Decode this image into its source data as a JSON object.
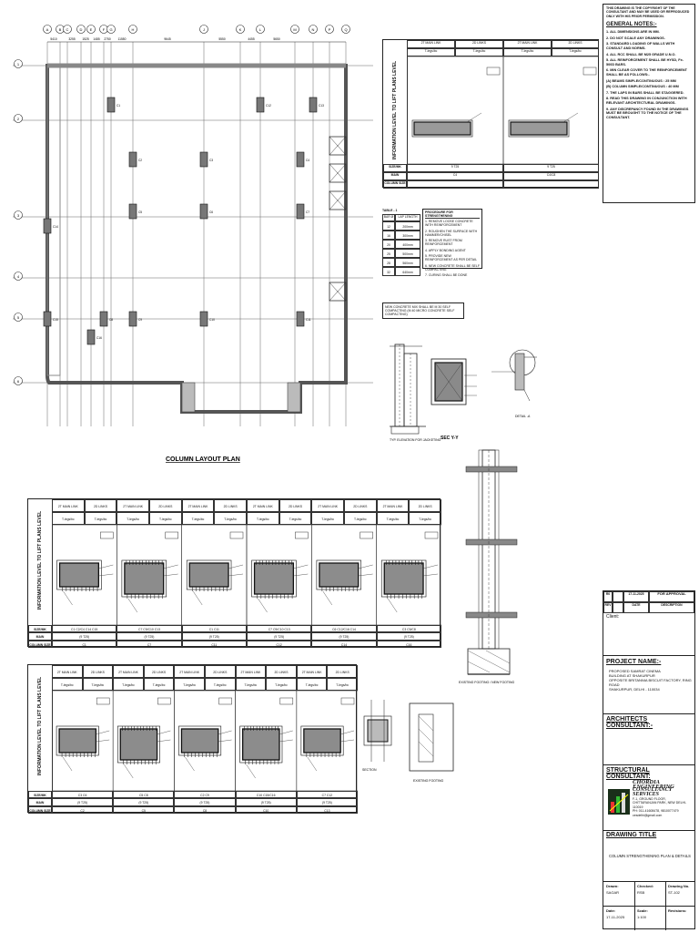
{
  "plan": {
    "title": "COLUMN LAYOUT PLAN",
    "grid_letters": [
      "A",
      "B",
      "C",
      "D",
      "E",
      "F",
      "G",
      "H",
      "J",
      "K",
      "L",
      "M",
      "N",
      "P",
      "Q"
    ],
    "grid_numbers": [
      "1",
      "2",
      "3",
      "4",
      "5",
      "6"
    ],
    "dims": [
      "5410",
      "3255",
      "1525",
      "1485",
      "2750",
      "11550",
      "9645",
      "5550",
      "4455",
      "5650"
    ],
    "column_tags": [
      "C1",
      "C2",
      "C3",
      "C4",
      "C5",
      "C6",
      "C7",
      "C8",
      "C9",
      "C10",
      "C11",
      "C12",
      "C13",
      "C14",
      "C15",
      "C16"
    ]
  },
  "notes": {
    "intro": "THIS DRAWING IS THE COPYRIGHT OF THE CONSULTANT AND MAY BE USED OR REPRODUCED ONLY WITH HIS PRIOR PERMISSION.",
    "heading": "GENERAL NOTES:-",
    "items": [
      "1. ALL DIMENSIONS ARE IN MM.",
      "2. DO NOT SCALE ANY DRAWINGS.",
      "3. STANDARD LOADING OF WALLS WITH CONSULT AND NORMS.",
      "4. ALL RCC SHALL BE M25 GRADE U.N.O.",
      "5. ALL REINFORCEMENT SHALL BE HYSD, Fe-500D BARS.",
      "6. MIN CLEAR COVER TO THE REINFORCEMENT SHALL BE AS FOLLOWS:-",
      "(A) BEAMS SIMPLE/CONTINUOUS : 25 MM",
      "(B) COLUMN SIMPLE/CONTINUOUS : 40 MM",
      "7. THE LAPS IN BARS SHALL BE STAGGERED.",
      "8. READ THIS DRAWING IN CONJUNCTION WITH RELEVANT ARCHITECTURAL DRAWINGS.",
      "9. ANY DISCREPANCY FOUND IN THE DRAWINGS MUST BE BROUGHT TO THE NOTICE OF THE CONSULTANT."
    ]
  },
  "top_table": {
    "side_label": "INFORMATION LEVEL TO LIFT PLANS LEVEL",
    "col_heads": [
      "2T MAIN LINK",
      "2D LINKS",
      "2T MAIN LINK",
      "2D LINKS"
    ],
    "sub_heads": [
      "T-legs/bc",
      "T-legs/bc",
      "T-legs/bc",
      "T-legs/bc"
    ],
    "row_labels": [
      "SIZE/MK",
      "MAIN",
      "COLUMN SIZE"
    ],
    "row_vals": [
      "9 T25",
      "9 T25",
      "C4",
      "C4/C8"
    ]
  },
  "lap_table": {
    "title": "TABLE - 1",
    "head_a": "BAR Ø",
    "head_b": "LAP LENGTH",
    "rows": [
      [
        "12",
        "200mm"
      ],
      [
        "16",
        "300mm"
      ],
      [
        "20",
        "400mm"
      ],
      [
        "25",
        "500mm"
      ],
      [
        "28",
        "560mm"
      ],
      [
        "32",
        "640mm"
      ]
    ],
    "procedure_title": "PROCEDURE FOR STRENGTHENING",
    "procedure": [
      "1. REMOVE LOOSE CONCRETE WITH REINFORCEMENT",
      "2. ROUGHEN THE SURFACE WITH HAMMER/CHISEL",
      "3. REMOVE RUST FROM REINFORCEMENT",
      "4. APPLY BONDING AGENT",
      "5. PROVIDE NEW REINFORCEMENT AS PER DETAIL",
      "6. NEW CONCRETE SHALL BE SELF COMPACTING",
      "7. CURING SHALL BE DONE"
    ],
    "concrete_note": "NEW CONCRETE MIX SHALL BE M 30 SELF COMPACTING (M 40 MICRO CONCRETE SELF COMPACTING)"
  },
  "details": {
    "sec_label": "SEC Y-Y",
    "detail_label": "DETAIL -A",
    "typ_label": "TYP. ELEVATION FOR JACKETING",
    "footing_label": "EXISTING FOOTING",
    "footing_label2": "EXISTING FOOTING / NEW FOOTING",
    "section_note": "SECTION"
  },
  "mid_table": {
    "side_label": "INFORMATION LEVEL TO LIFT PLANS LEVEL",
    "col_heads": [
      "2T MAIN LINK",
      "2D LINKS",
      "2T MAIN LINK",
      "2D LINKS",
      "2T MAIN LINK",
      "2D LINKS",
      "2T MAIN LINK",
      "2D LINKS",
      "2T MAIN LINK",
      "2D LINKS",
      "2T MAIN LINK",
      "2D LINKS"
    ],
    "sub_heads": [
      "T-legs/bc",
      "T-legs/bc",
      "T-legs/bc",
      "T-legs/bc",
      "T-legs/bc",
      "T-legs/bc",
      "T-legs/bc",
      "T-legs/bc",
      "T-legs/bc",
      "T-legs/bc",
      "T-legs/bc",
      "T-legs/bc"
    ],
    "row_labels": [
      "SIZE/MK",
      "MAIN",
      "COLUMN SIZE"
    ],
    "group_vals": [
      "C1 C2/C4 C14 C15",
      "C7 C9/C10 C13",
      "C1 C11",
      "C7 C9/C10 C13",
      "C6 C12/C16 C14",
      "C3 C5/C8"
    ],
    "main_vals": [
      "(9 T25)",
      "(9 T25)",
      "(9 T25)",
      "(9 T25)",
      "(9 T25)",
      "(9 T25)"
    ],
    "size_vals": [
      "C1",
      "C7",
      "C11",
      "C12",
      "C14",
      "C16"
    ]
  },
  "bot_table": {
    "side_label": "INFORMATION LEVEL TO LIFT PLANS LEVEL",
    "col_heads": [
      "2T MAIN LINK",
      "2D LINKS",
      "2T MAIN LINK",
      "2D LINKS",
      "2T MAIN LINK",
      "2D LINKS",
      "2T MAIN LINK",
      "2D LINKS",
      "2T MAIN LINK",
      "2D LINKS"
    ],
    "sub_heads": [
      "T-legs/bc",
      "T-legs/bc",
      "T-legs/bc",
      "T-legs/bc",
      "T-legs/bc",
      "T-legs/bc",
      "T-legs/bc",
      "T-legs/bc",
      "T-legs/bc",
      "T-legs/bc"
    ],
    "row_labels": [
      "SIZE/MK",
      "MAIN",
      "COLUMN SIZE"
    ],
    "group_vals": [
      "C3 C6",
      "C5 C8",
      "C2 C9",
      "C10 C15/C16",
      "C7 C12"
    ],
    "main_vals": [
      "(9 T25)",
      "(9 T25)",
      "(9 T25)",
      "(9 T25)",
      "(9 T25)"
    ],
    "size_vals": [
      "C2",
      "C5",
      "C8",
      "C10",
      "C13"
    ]
  },
  "title_block": {
    "rev_rows": [
      [
        "R0",
        "17-11-2025",
        "FOR APPROVAL"
      ],
      [
        "REV",
        "DATE",
        "DESCRIPTION"
      ]
    ],
    "client_label": "Client:",
    "project_label": "PROJECT NAME:-",
    "project_lines": [
      "PROPOSED SAMRAT CINEMA",
      "BUILDING AT SHAKURPUR",
      "OPPOSITE BRITANNIA BISCUIT FACTORY, RING ROAD",
      "SHAKURPUR, DELHI - 110034"
    ],
    "architects_label": "ARCHITECTS CONSULTANT:-",
    "structural_label": "STRUCTURAL CONSULTANT:",
    "firm_name": "CHORDIA ENGINEERING",
    "firm_name2": "CONSULTANCY SERVICES",
    "firm_lines": [
      "F-1, GROUND FLOOR,",
      "CHITTARANJAN PARK, NEW DELHI-110019",
      "PH: 011-41608478, 9810077479",
      "cesdelhi@gmail.com"
    ],
    "drawing_title_label": "DRAWING TITLE",
    "drawing_title": "COLUMN STRENGTHENING PLAN & DETAILS",
    "drawn_label": "Drawn:",
    "drawn_val": "SAGAR",
    "checked_label": "Checked:",
    "checked_val": "RSB",
    "drawing_no_label": "Drawing No.",
    "drawing_no_val": "ST-102",
    "date_label": "Date:",
    "date_val": "17-11-2025",
    "scale_label": "Scale:",
    "scale_val": "1:100",
    "revisions_label": "Revisions:"
  }
}
